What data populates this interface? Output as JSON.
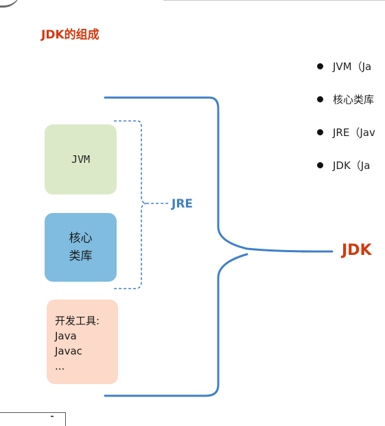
{
  "title": "JDK的组成",
  "bullets": [
    {
      "text": "JVM（Ja"
    },
    {
      "text": "核心类库"
    },
    {
      "text": "JRE（Jav"
    },
    {
      "text": "JDK（Ja"
    }
  ],
  "boxes": {
    "jvm": "JVM",
    "core_lib_line1": "核心",
    "core_lib_line2": "类库",
    "tools_line1": "开发工具:",
    "tools_line2": "Java",
    "tools_line3": "Javac",
    "tools_line4": "..."
  },
  "labels": {
    "jre": "JRE",
    "jdk": "JDK"
  },
  "colors": {
    "title": "#d4380d",
    "jvm_box": "#dce9c8",
    "core_lib_box": "#7fbce0",
    "tools_box": "#fcd9c8",
    "bracket": "#3f7fc9",
    "jdk_label": "#d4380d"
  }
}
